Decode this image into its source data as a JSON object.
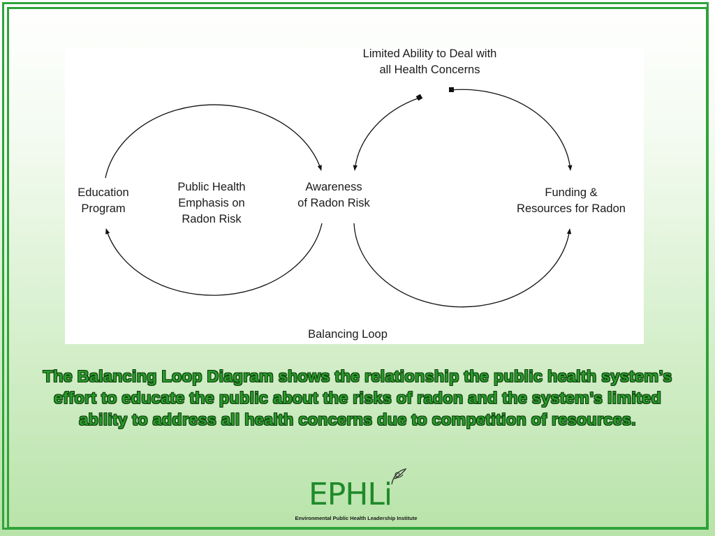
{
  "diagram": {
    "labels": {
      "limited_ability": "Limited Ability to Deal with\nall Health Concerns",
      "education_program": "Education\nProgram",
      "public_health_emphasis": "Public Health\nEmphasis on\nRadon Risk",
      "awareness": "Awareness\nof Radon Risk",
      "funding": "Funding &\nResources for Radon",
      "balancing_loop": "Balancing Loop"
    }
  },
  "caption": "The Balancing Loop Diagram shows the relationship the public health system’s effort to educate the public about the risks of radon and the system’s limited ability to address all health concerns due to competition of resources.",
  "logo": {
    "name": "EPHLi",
    "subtitle": "Environmental Public Health Leadership Institute"
  },
  "colors": {
    "frame": "#2fa33a",
    "caption_fill": "#2a9a2a",
    "caption_outline": "#0b3d0b",
    "logo": "#1f8a2a"
  }
}
